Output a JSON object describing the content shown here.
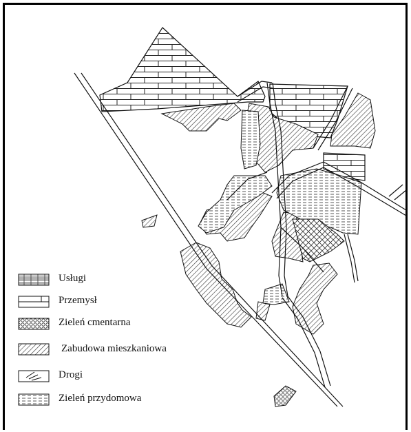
{
  "legend": [
    {
      "label": "Usługi",
      "pattern": "brick-dense",
      "name": "legend-uslugi"
    },
    {
      "label": "Przemysł",
      "pattern": "industry",
      "name": "legend-przemysl"
    },
    {
      "label": "Zieleń cmentarna",
      "pattern": "circles",
      "name": "legend-zielen-cmentarna"
    },
    {
      "label": "Zabudowa mieszkaniowa",
      "pattern": "diagonal",
      "name": "legend-zabudowa-mieszkaniowa"
    },
    {
      "label": "Drogi",
      "pattern": "roads",
      "name": "legend-drogi"
    },
    {
      "label": "Zieleń przydomowa",
      "pattern": "dashes",
      "name": "legend-zielen-przydomowa"
    }
  ]
}
